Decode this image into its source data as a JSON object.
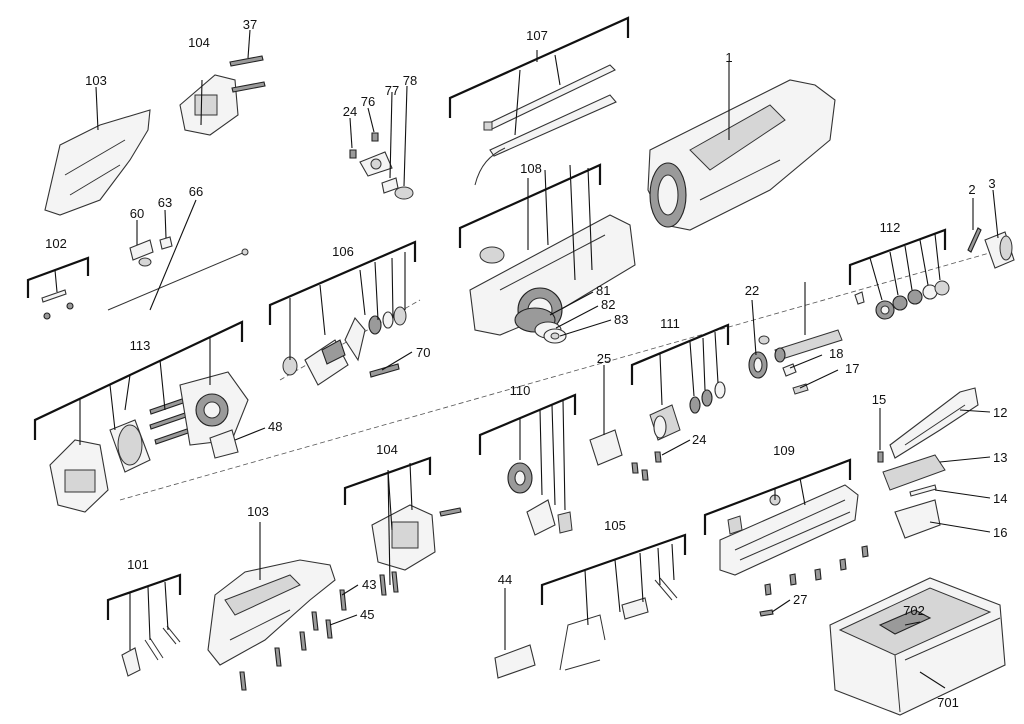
{
  "callouts": [
    "1",
    "2",
    "3",
    "12",
    "13",
    "14",
    "15",
    "16",
    "17",
    "18",
    "22",
    "24",
    "24",
    "25",
    "27",
    "37",
    "43",
    "44",
    "45",
    "48",
    "60",
    "63",
    "66",
    "70",
    "76",
    "77",
    "78",
    "81",
    "82",
    "83",
    "101",
    "102",
    "103",
    "103",
    "104",
    "104",
    "105",
    "106",
    "107",
    "108",
    "109",
    "110",
    "111",
    "112",
    "113",
    "701",
    "702"
  ]
}
